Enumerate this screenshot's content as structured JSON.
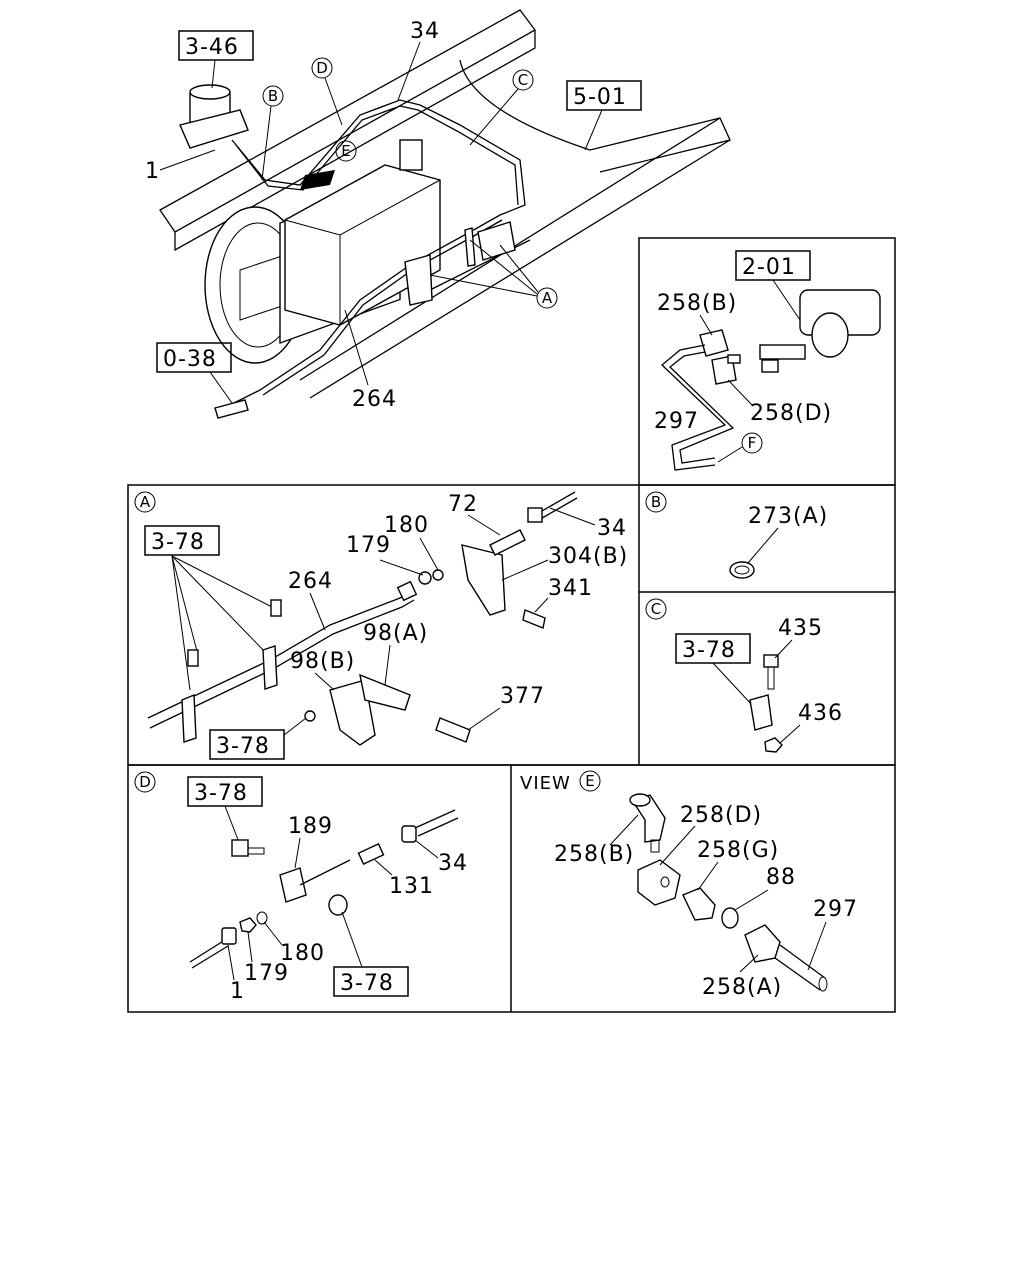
{
  "refs": {
    "r346": "3-46",
    "r501": "5-01",
    "r038": "0-38",
    "r201": "2-01",
    "r378": "3-78"
  },
  "callouts": {
    "A": "A",
    "B": "B",
    "C": "C",
    "D": "D",
    "E": "E",
    "F": "F"
  },
  "labels": {
    "p1": "1",
    "p34": "34",
    "p264": "264",
    "p258b": "258(B)",
    "p258d": "258(D)",
    "p297": "297",
    "p72": "72",
    "p180": "180",
    "p179": "179",
    "p304b": "304(B)",
    "p341": "341",
    "p98a": "98(A)",
    "p98b": "98(B)",
    "p377": "377",
    "p273a": "273(A)",
    "p435": "435",
    "p436": "436",
    "p189": "189",
    "p131": "131",
    "p258g": "258(G)",
    "p88": "88",
    "p258a": "258(A)",
    "view": "VIEW"
  }
}
